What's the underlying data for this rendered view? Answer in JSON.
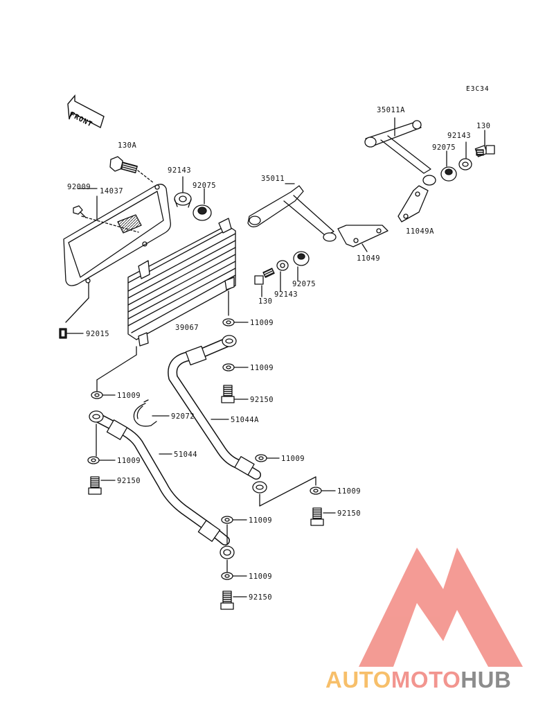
{
  "diagram": {
    "code": "E3C34",
    "front_label": "FRONT"
  },
  "parts": [
    {
      "id": "p130A",
      "label": "130A"
    },
    {
      "id": "p92009",
      "label": "92009"
    },
    {
      "id": "p14037",
      "label": "14037"
    },
    {
      "id": "p92143a",
      "label": "92143"
    },
    {
      "id": "p92075a",
      "label": "92075"
    },
    {
      "id": "p35011",
      "label": "35011"
    },
    {
      "id": "p35011A",
      "label": "35011A"
    },
    {
      "id": "p92143b",
      "label": "92143"
    },
    {
      "id": "p130b",
      "label": "130"
    },
    {
      "id": "p92075b",
      "label": "92075"
    },
    {
      "id": "p11049A",
      "label": "11049A"
    },
    {
      "id": "p11049",
      "label": "11049"
    },
    {
      "id": "p92075c",
      "label": "92075"
    },
    {
      "id": "p92143c",
      "label": "92143"
    },
    {
      "id": "p130c",
      "label": "130"
    },
    {
      "id": "p39067",
      "label": "39067"
    },
    {
      "id": "p92015",
      "label": "92015"
    },
    {
      "id": "p11009a",
      "label": "11009"
    },
    {
      "id": "p11009b",
      "label": "11009"
    },
    {
      "id": "p92150a",
      "label": "92150"
    },
    {
      "id": "p11009c",
      "label": "11009"
    },
    {
      "id": "p92072",
      "label": "92072"
    },
    {
      "id": "p51044A",
      "label": "51044A"
    },
    {
      "id": "p11009d",
      "label": "11009"
    },
    {
      "id": "p51044",
      "label": "51044"
    },
    {
      "id": "p11009e",
      "label": "11009"
    },
    {
      "id": "p92150b",
      "label": "92150"
    },
    {
      "id": "p11009f",
      "label": "11009"
    },
    {
      "id": "p11009g",
      "label": "11009"
    },
    {
      "id": "p92150c",
      "label": "92150"
    },
    {
      "id": "p11009h",
      "label": "11009"
    },
    {
      "id": "p92150d",
      "label": "92150"
    }
  ],
  "watermark": {
    "part1": "AUTO",
    "part2": "MOTO",
    "part3": "HUB",
    "colors": {
      "auto": "#f7bf6a",
      "moto": "#f2958f",
      "hub": "#8c8c8c",
      "logo": "#f28a82"
    }
  }
}
